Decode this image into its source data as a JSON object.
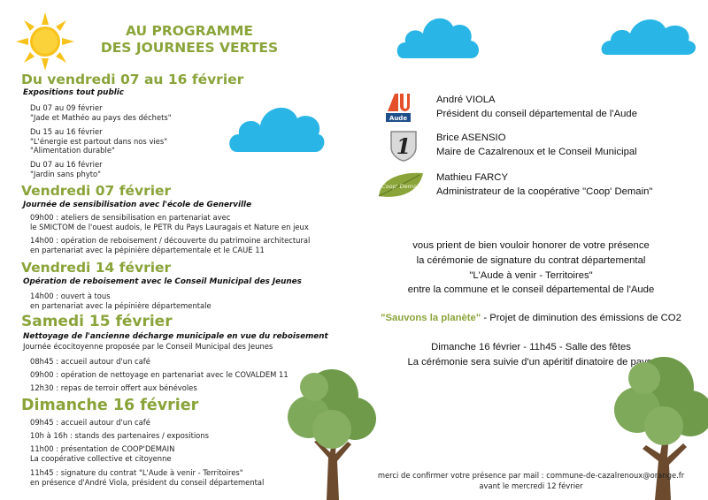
{
  "header": {
    "title_line1": "AU PROGRAMME",
    "title_line2": "DES JOURNEES VERTES"
  },
  "sections": [
    {
      "heading": "Du vendredi 07 au 16 février",
      "subtitle": "Expositions tout public",
      "events": [
        [
          "Du 07 au 09 février",
          "\"Jade et Mathéo au pays des déchets\""
        ],
        [
          "Du 15 au 16 février",
          "\"L'énergie est partout dans nos vies\"",
          "\"Alimentation durable\""
        ],
        [
          "Du 07 au 16 février",
          "\"Jardin sans phyto\""
        ]
      ]
    },
    {
      "heading": "Vendredi 07 février",
      "subtitle": "Journée de sensibilisation avec l'école de Generville",
      "events": [
        [
          "09h00 : ateliers de sensibilisation en partenariat avec",
          "le SMICTOM de l'ouest audois, le PETR du Pays Lauragais et Nature en jeux"
        ],
        [
          "14h00 : opération de reboisement / découverte du patrimoine architectural",
          "en partenariat avec la pépinière départementale et le CAUE 11"
        ]
      ]
    },
    {
      "heading": "Vendredi 14 février",
      "subtitle": "Opération de reboisement avec le Conseil Municipal des Jeunes",
      "events": [
        [
          "14h00 : ouvert à tous",
          "en partenariat avec la pépinière départementale"
        ]
      ]
    },
    {
      "heading": "Samedi 15 février",
      "subtitle": "Nettoyage de l'ancienne décharge municipale en vue du reboisement",
      "subtitle2": "Journée écocitoyenne proposée par le Conseil Municipal des Jeunes",
      "events": [
        [
          "08h45 : accueil autour d'un café"
        ],
        [
          "09h00 : opération de nettoyage en partenariat avec le COVALDEM 11"
        ],
        [
          "12h30 : repas de terroir offert aux bénévoles"
        ]
      ]
    },
    {
      "heading": "Dimanche 16 février",
      "events": [
        [
          "09h45 : accueil autour d'un café"
        ],
        [
          "10h à 16h : stands des partenaires / expositions"
        ],
        [
          "11h00 : présentation de COOP'DEMAIN",
          "La coopérative collective et citoyenne"
        ],
        [
          "11h45 : signature du contrat \"L'Aude à venir - Territoires\"",
          "en présence d'André Viola, président du conseil départemental"
        ]
      ]
    }
  ],
  "signatories": [
    {
      "name": "André VIOLA",
      "role": "Président du conseil départemental de l'Aude",
      "logo": "aude-logo",
      "logo_text": "Aude"
    },
    {
      "name": "Brice ASENSIO",
      "role": "Maire de Cazalrenoux et le Conseil Municipal",
      "logo": "shield-logo",
      "logo_text": "1"
    },
    {
      "name": "Mathieu FARCY",
      "role": "Administrateur de la coopérative \"Coop' Demain\"",
      "logo": "leaf-logo",
      "logo_text": "Coop' Demain"
    }
  ],
  "invitation": {
    "line1": "vous prient de bien vouloir honorer de votre présence",
    "line2": "la cérémonie de signature du contrat départemental",
    "line3": "\"L'Aude à venir - Territoires\"",
    "line4": "entre la commune et le conseil départemental de l'Aude",
    "slogan": "\"Sauvons la planète\"",
    "slogan_rest": " - Projet de diminution des émissions de CO2",
    "date_line": "Dimanche 16 février - 11h45 - Salle des fêtes",
    "aperitif_line": "La cérémonie sera suivie d'un apéritif dinatoire de pays."
  },
  "footer": {
    "line1": "merci de confirmer votre présence par mail : commune-de-cazalrenoux@orange.fr",
    "line2": "avant le mercredi 12 février"
  },
  "colors": {
    "accent_green": "#8aa43a",
    "sky_blue": "#29b6e6",
    "sun_yellow": "#f7c21b",
    "tree_green": "#6e9a4a",
    "trunk_brown": "#6b4a2e"
  }
}
